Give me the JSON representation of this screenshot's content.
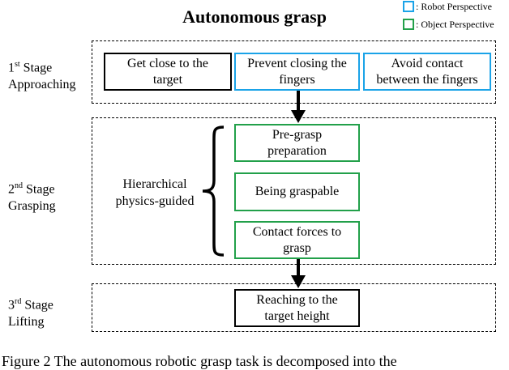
{
  "title": "Autonomous grasp",
  "legend": [
    {
      "label": ": Robot Perspective",
      "color": "#1aa3e8"
    },
    {
      "label": ": Object Perspective",
      "color": "#22a04a"
    }
  ],
  "stages": [
    {
      "num": "1",
      "sup": "st",
      "suffix": " Stage",
      "name": "Approaching"
    },
    {
      "num": "2",
      "sup": "nd",
      "suffix": " Stage",
      "name": "Grasping"
    },
    {
      "num": "3",
      "sup": "rd",
      "suffix": " Stage",
      "name": "Lifting"
    }
  ],
  "stage1_boxes": [
    {
      "line1": "Get close to the",
      "line2": "target"
    },
    {
      "line1": "Prevent closing the",
      "line2": "fingers"
    },
    {
      "line1": "Avoid contact",
      "line2": "between the fingers"
    }
  ],
  "stage2_label": {
    "line1": "Hierarchical",
    "line2": "physics-guided"
  },
  "stage2_boxes": [
    {
      "line1": "Pre-grasp",
      "line2": "preparation"
    },
    {
      "line1": "Being graspable",
      "line2": ""
    },
    {
      "line1": "Contact forces to",
      "line2": "grasp"
    }
  ],
  "stage3_box": {
    "line1": "Reaching to the",
    "line2": "target height"
  },
  "caption": "Figure 2 The autonomous robotic grasp task is decomposed into the"
}
